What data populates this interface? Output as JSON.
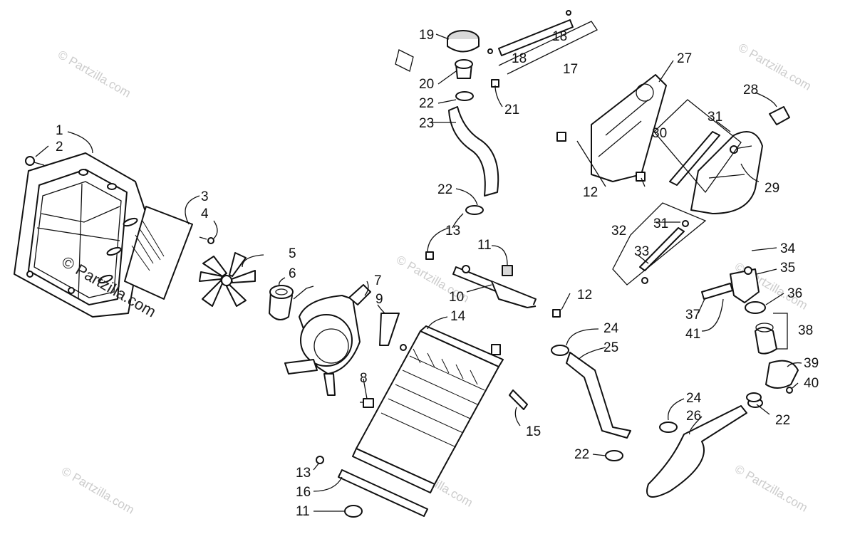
{
  "watermark": "© Partzilla.com",
  "callouts": [
    {
      "id": "c1",
      "text": "1"
    },
    {
      "id": "c2",
      "text": "2"
    },
    {
      "id": "c3",
      "text": "3"
    },
    {
      "id": "c4",
      "text": "4"
    },
    {
      "id": "c5",
      "text": "5"
    },
    {
      "id": "c6",
      "text": "6"
    },
    {
      "id": "c7",
      "text": "7"
    },
    {
      "id": "c8",
      "text": "8"
    },
    {
      "id": "c9",
      "text": "9"
    },
    {
      "id": "c10",
      "text": "10"
    },
    {
      "id": "c11a",
      "text": "11"
    },
    {
      "id": "c11b",
      "text": "11"
    },
    {
      "id": "c12a",
      "text": "12"
    },
    {
      "id": "c12b",
      "text": "12"
    },
    {
      "id": "c13a",
      "text": "13"
    },
    {
      "id": "c13b",
      "text": "13"
    },
    {
      "id": "c14",
      "text": "14"
    },
    {
      "id": "c15",
      "text": "15"
    },
    {
      "id": "c16",
      "text": "16"
    },
    {
      "id": "c17",
      "text": "17"
    },
    {
      "id": "c18a",
      "text": "18"
    },
    {
      "id": "c18b",
      "text": "18"
    },
    {
      "id": "c19",
      "text": "19"
    },
    {
      "id": "c20",
      "text": "20"
    },
    {
      "id": "c21",
      "text": "21"
    },
    {
      "id": "c22a",
      "text": "22"
    },
    {
      "id": "c22b",
      "text": "22"
    },
    {
      "id": "c22c",
      "text": "22"
    },
    {
      "id": "c22d",
      "text": "22"
    },
    {
      "id": "c23",
      "text": "23"
    },
    {
      "id": "c24a",
      "text": "24"
    },
    {
      "id": "c24b",
      "text": "24"
    },
    {
      "id": "c25",
      "text": "25"
    },
    {
      "id": "c26",
      "text": "26"
    },
    {
      "id": "c27",
      "text": "27"
    },
    {
      "id": "c28",
      "text": "28"
    },
    {
      "id": "c29",
      "text": "29"
    },
    {
      "id": "c30",
      "text": "30"
    },
    {
      "id": "c31a",
      "text": "31"
    },
    {
      "id": "c31b",
      "text": "31"
    },
    {
      "id": "c32",
      "text": "32"
    },
    {
      "id": "c33",
      "text": "33"
    },
    {
      "id": "c34",
      "text": "34"
    },
    {
      "id": "c35",
      "text": "35"
    },
    {
      "id": "c36",
      "text": "36"
    },
    {
      "id": "c37",
      "text": "37"
    },
    {
      "id": "c38",
      "text": "38"
    },
    {
      "id": "c39",
      "text": "39"
    },
    {
      "id": "c40",
      "text": "40"
    },
    {
      "id": "c41",
      "text": "41"
    }
  ]
}
